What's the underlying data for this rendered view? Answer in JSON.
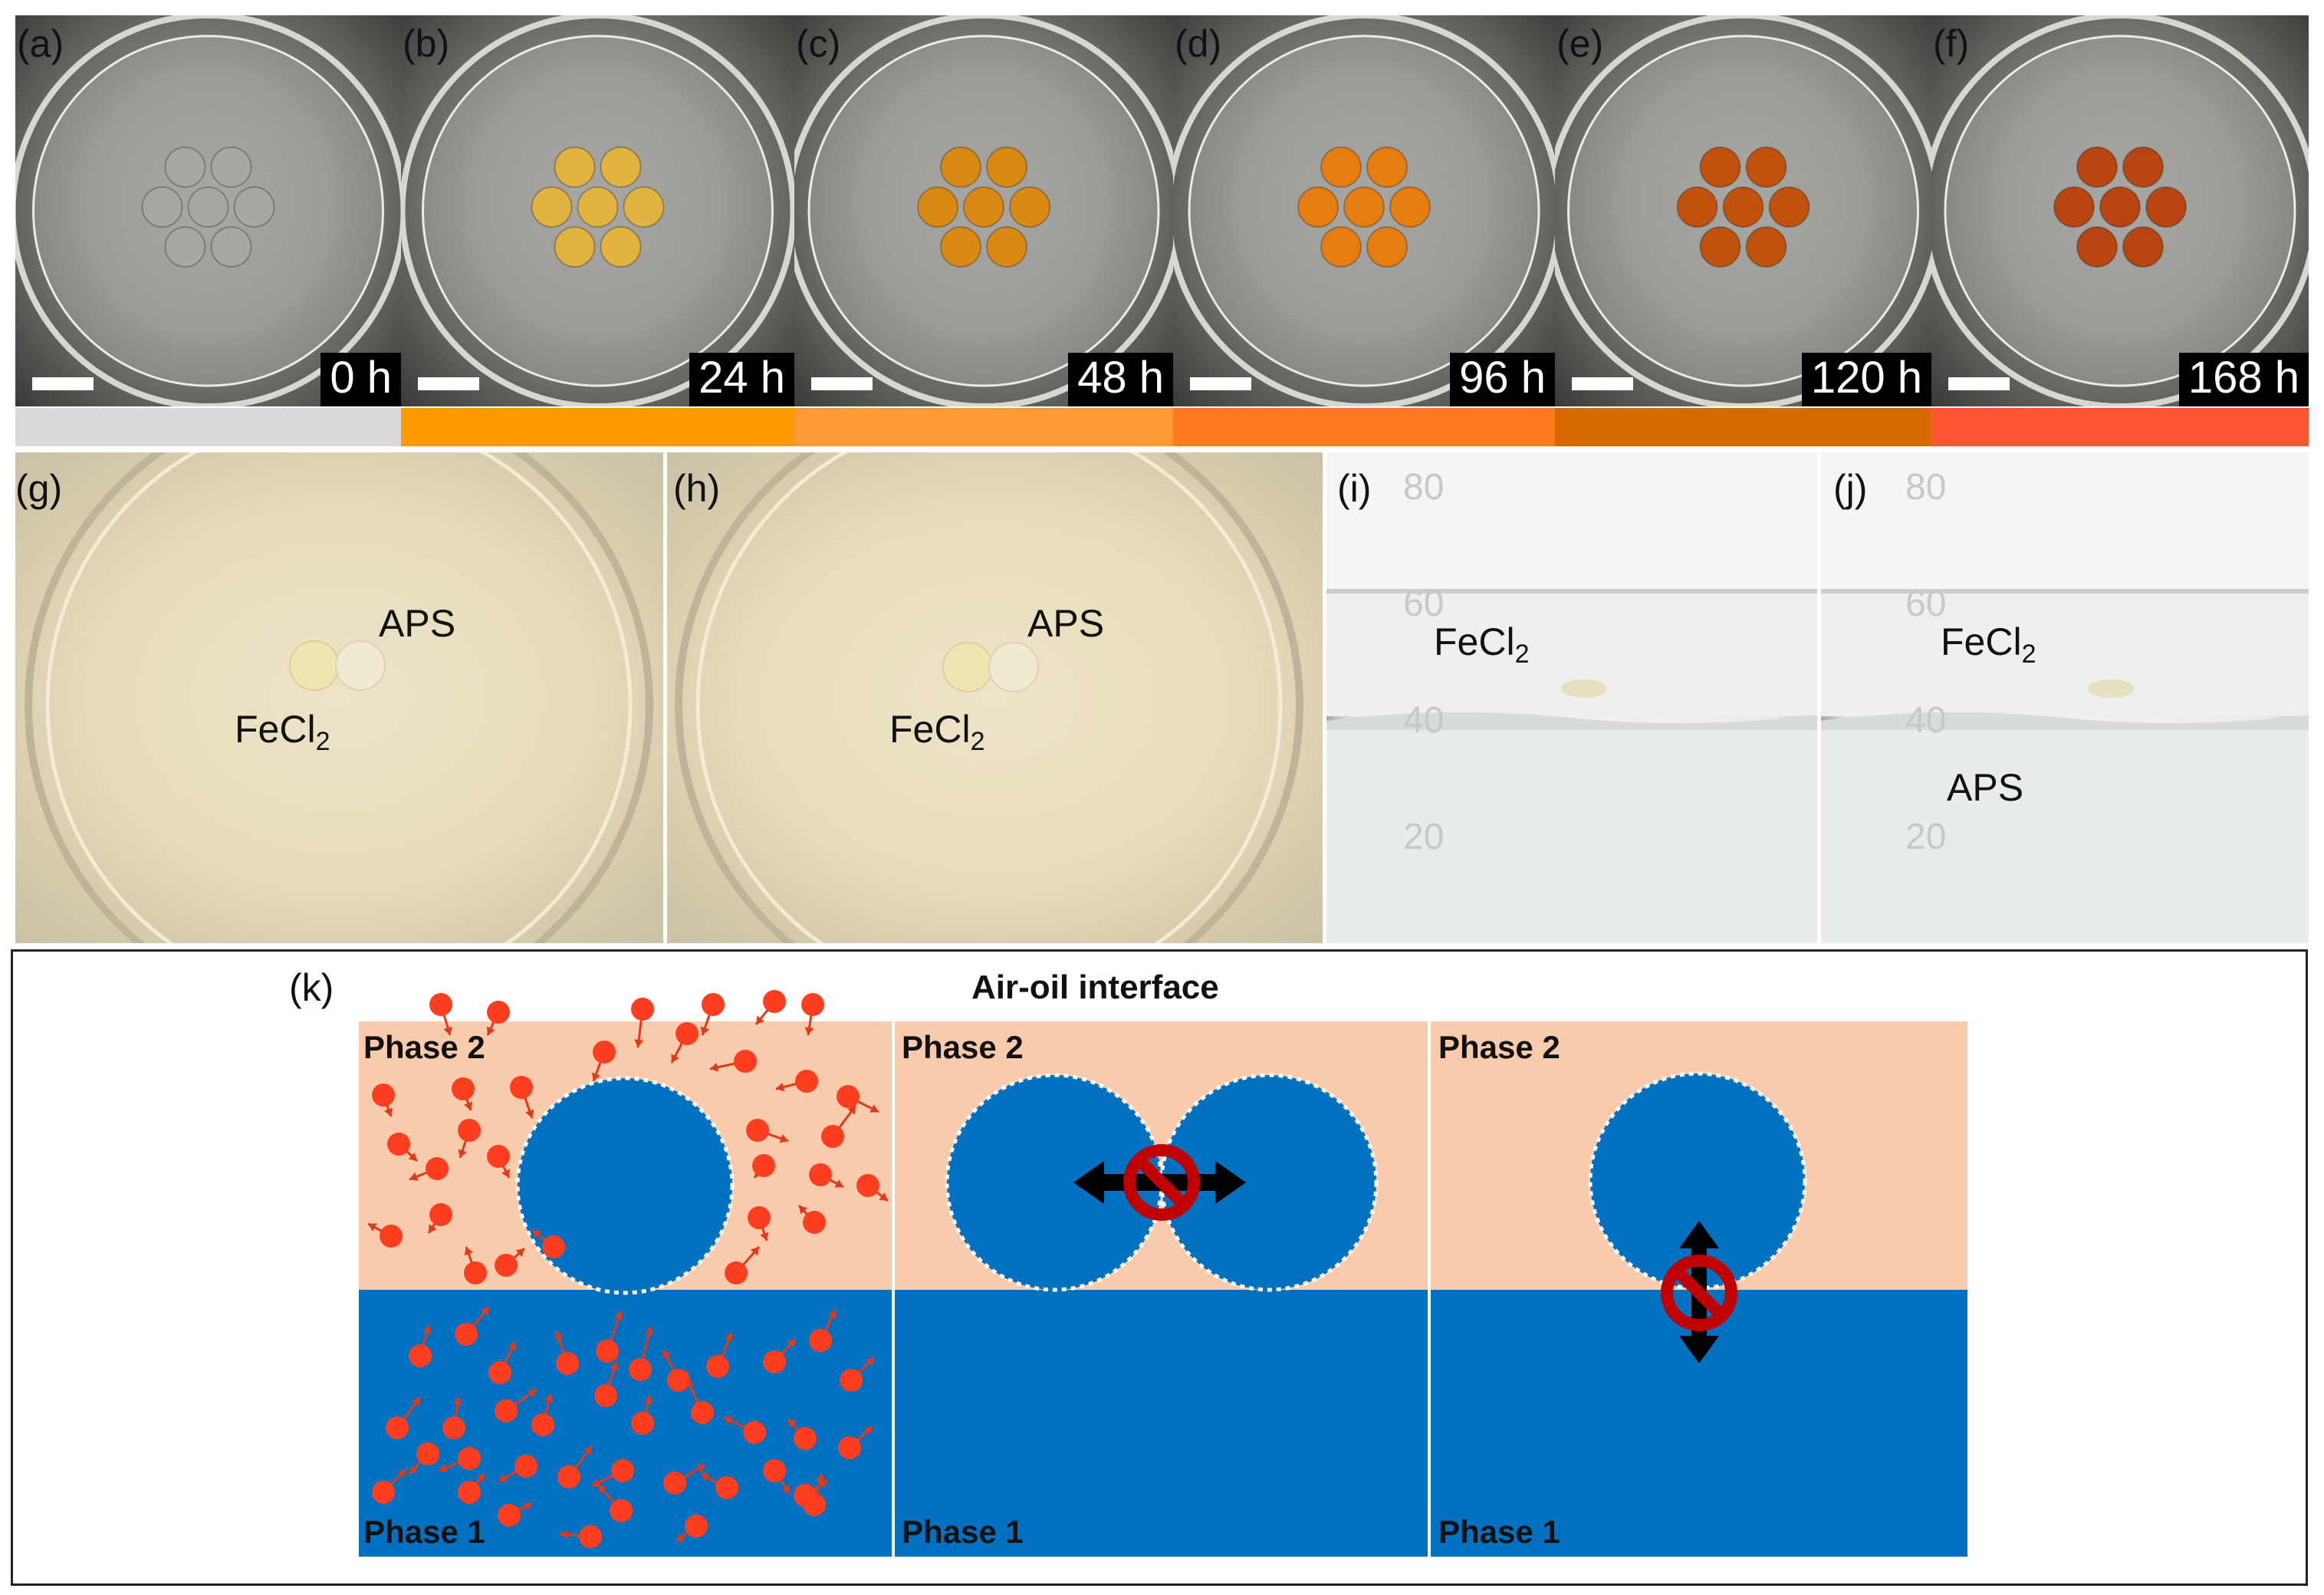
{
  "top_row": {
    "panels": [
      {
        "label": "(a)",
        "time": "0 h",
        "band": "#d9d9d9",
        "bead": "#a8a7a2"
      },
      {
        "label": "(b)",
        "time": "24 h",
        "band": "#ff9900",
        "bead": "#e1b341"
      },
      {
        "label": "(c)",
        "time": "48 h",
        "band": "#ff9933",
        "bead": "#d98a14"
      },
      {
        "label": "(d)",
        "time": "96 h",
        "band": "#ff7a1f",
        "bead": "#e57d10"
      },
      {
        "label": "(e)",
        "time": "120 h",
        "band": "#d46a00",
        "bead": "#c0520d"
      },
      {
        "label": "(f)",
        "time": "168 h",
        "band": "#ff5533",
        "bead": "#b84512"
      }
    ]
  },
  "middle_row": {
    "g": {
      "label": "(g)",
      "aps": "APS",
      "fecl2": "FeCl",
      "sub": "2"
    },
    "h": {
      "label": "(h)",
      "aps": "APS",
      "fecl2": "FeCl",
      "sub": "2"
    },
    "i": {
      "label": "(i)",
      "fecl2": "FeCl",
      "sub": "2",
      "marks": [
        "80",
        "60",
        "40",
        "20"
      ]
    },
    "j": {
      "label": "(j)",
      "fecl2": "FeCl",
      "sub": "2",
      "aps": "APS",
      "marks": [
        "80",
        "60",
        "40",
        "20"
      ]
    }
  },
  "diagram": {
    "label": "(k)",
    "title": "Air-oil interface",
    "phase2": "Phase 2",
    "phase1": "Phase 1",
    "colors": {
      "phase2": "#f8cbad",
      "phase1": "#0070c0",
      "particle": "#ff3d1f",
      "arrow": "#e23a18",
      "no_sign": "#c00000"
    }
  }
}
